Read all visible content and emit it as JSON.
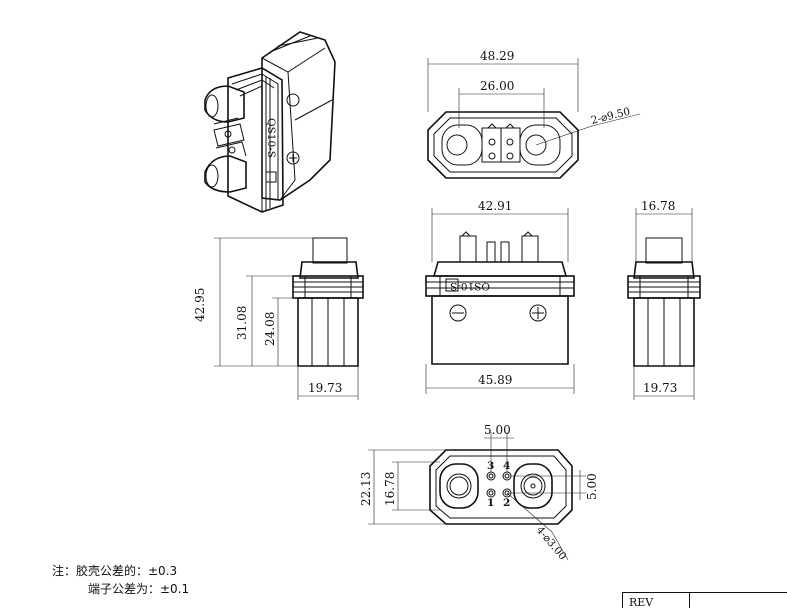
{
  "dimensions": {
    "top_width": "48.29",
    "top_pitch": "26.00",
    "top_hole": "2-⌀9.50",
    "front_width": "42.91",
    "front_bottom_width": "45.89",
    "side_width": "16.78",
    "left_total_height": "42.95",
    "left_height_mid": "31.08",
    "left_height_low": "24.08",
    "left_bottom_width": "19.73",
    "right_bottom_width": "19.73",
    "bottom_pitch": "5.00",
    "bottom_height_outer": "22.13",
    "bottom_height_inner": "16.78",
    "bottom_right_pitch": "5.00",
    "bottom_pins": "4-⌀3.00"
  },
  "part_marking": "QS10-S",
  "pin_numbers": [
    "1",
    "2",
    "3",
    "4"
  ],
  "notes": {
    "line1": "注：胶壳公差的：±0.3",
    "line2": "端子公差为：±0.1"
  },
  "title_block": {
    "rev_label": "REV"
  }
}
